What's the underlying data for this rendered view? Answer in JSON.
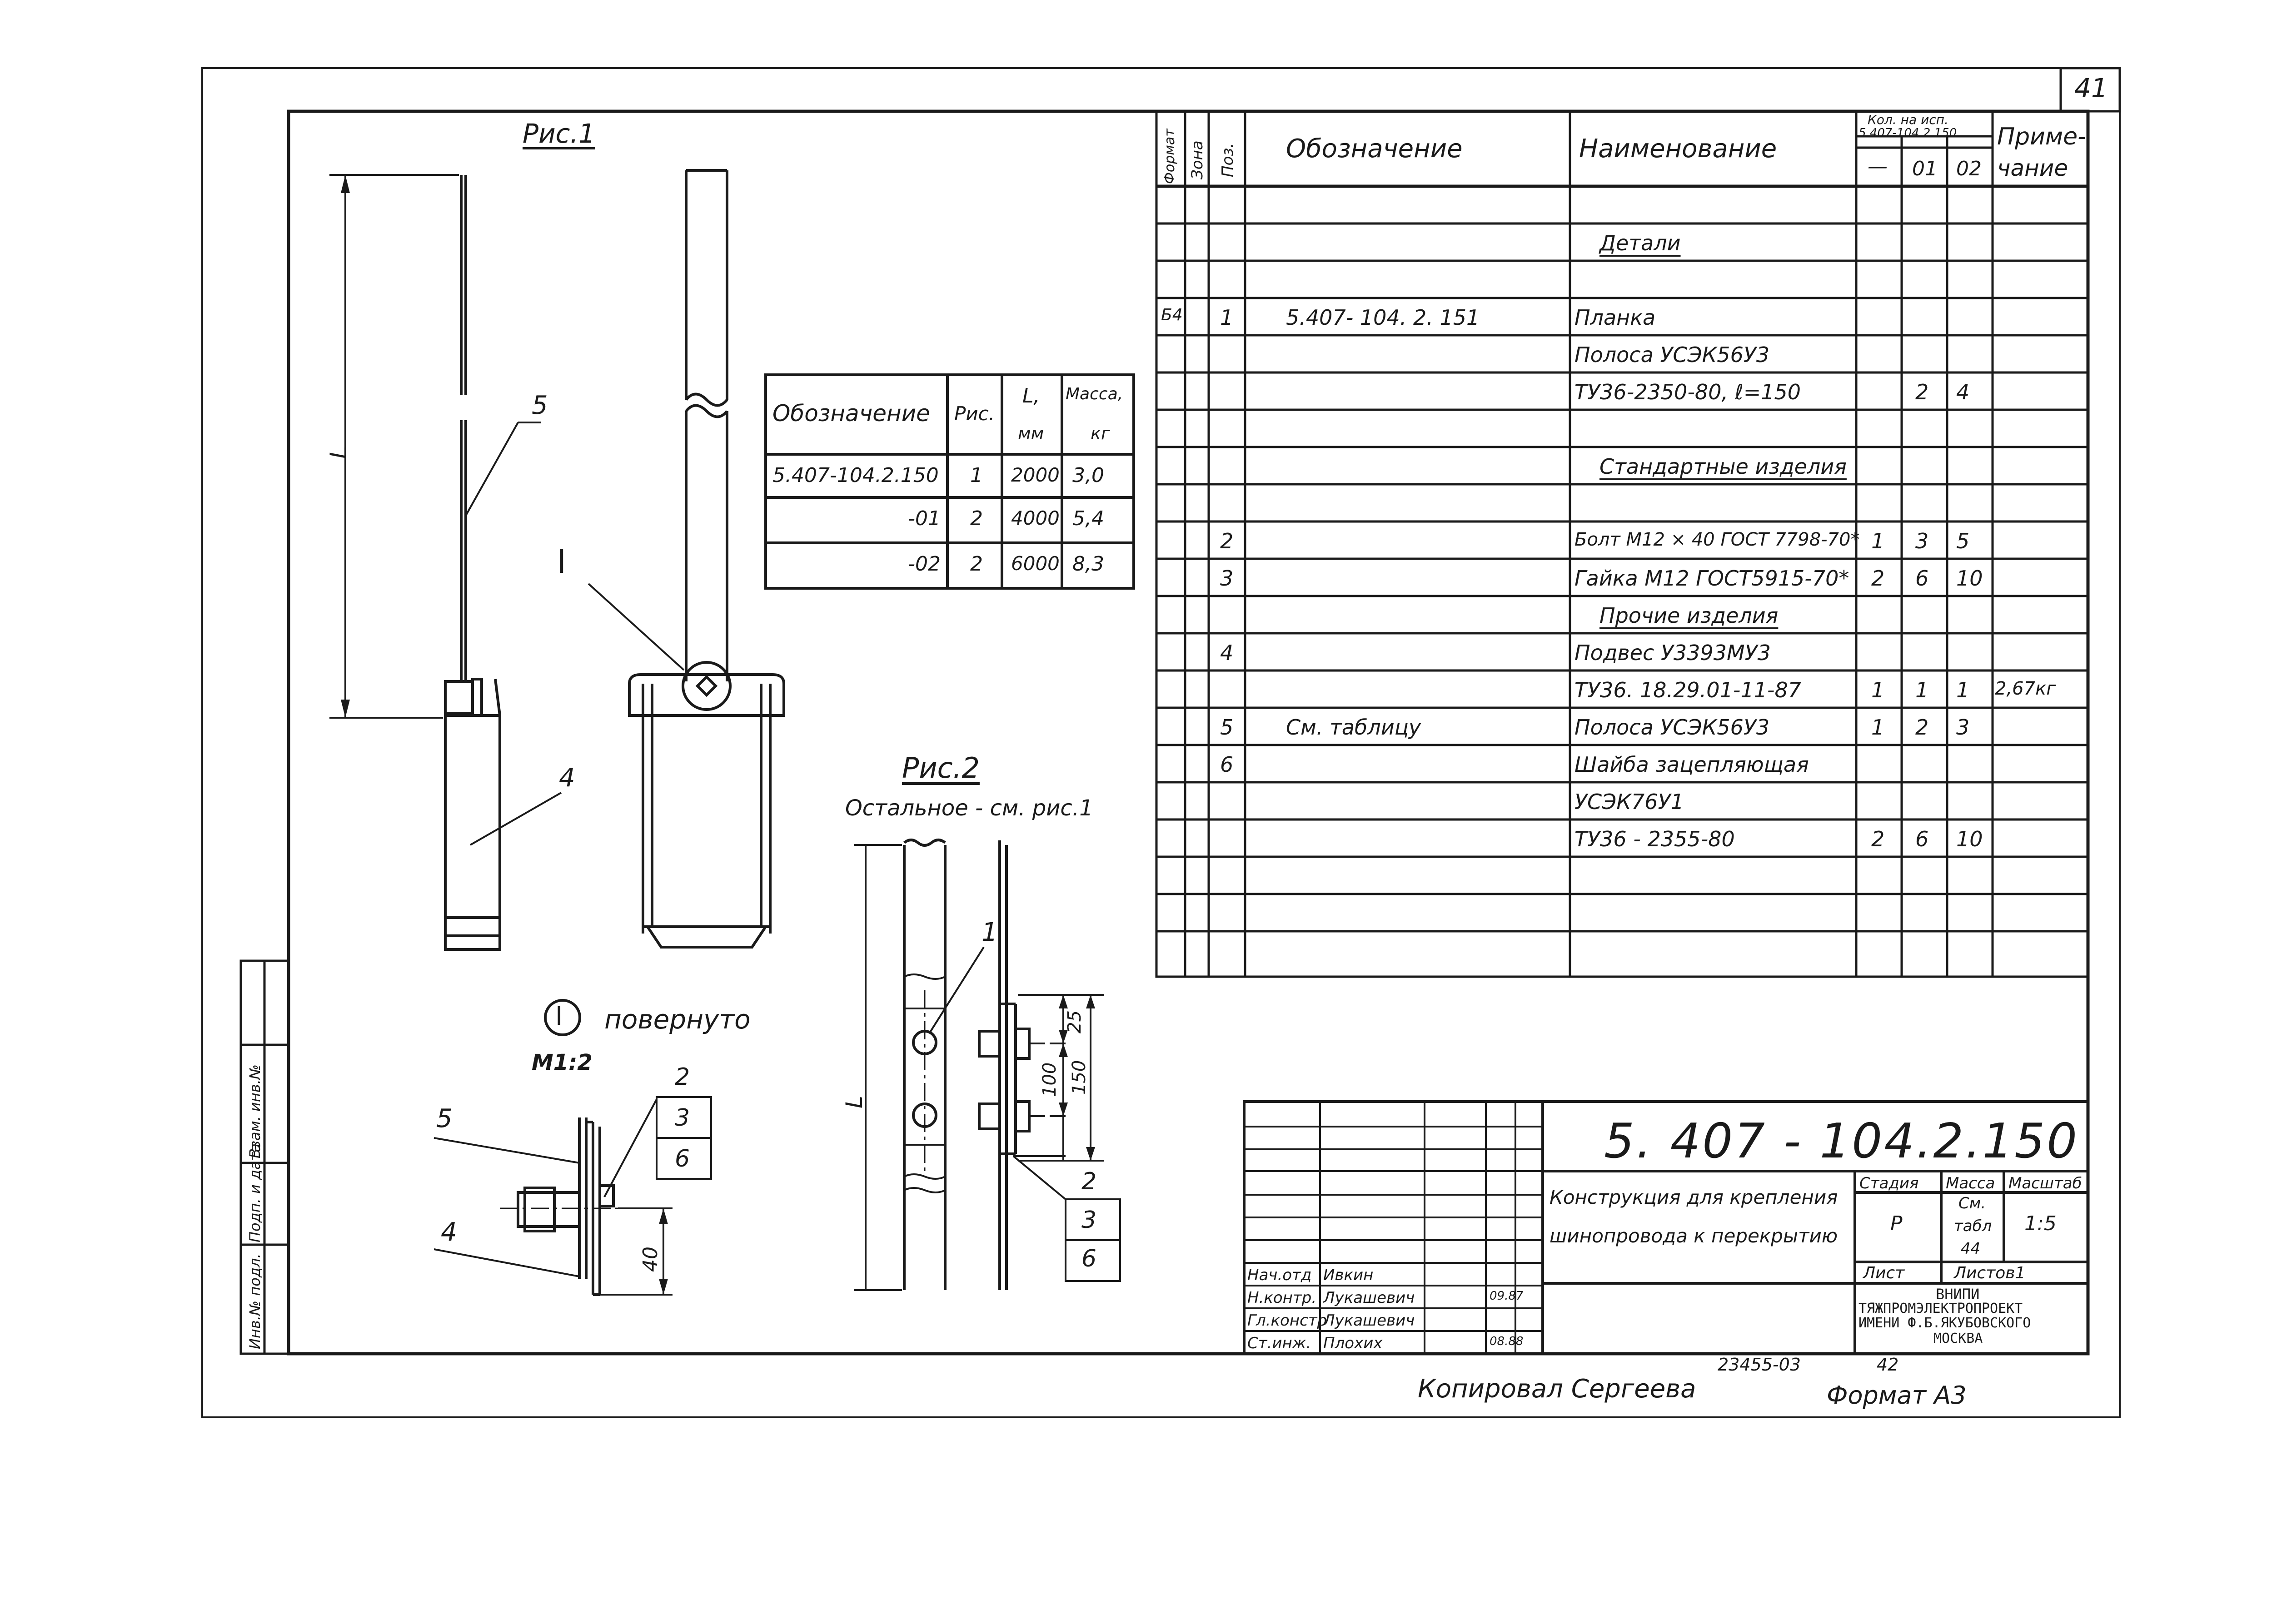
{
  "sheet": {
    "sheet_number": "41",
    "document_code": "5. 407 - 104.2.150",
    "title_line1": "Конструкция для крепления",
    "title_line2": "шинопровода к перекрытию",
    "stage_header": "Стадия",
    "mass_header": "Масса",
    "scale_header": "Масштаб",
    "stage": "Р",
    "mass_l1": "См.",
    "mass_l2": "табл",
    "mass_l3": "44",
    "scale": "1:5",
    "sheet_label": "Лист",
    "sheets_label": "Листов1",
    "org_line1": "ВНИПИ",
    "org_line2": "ТЯЖПРОМЭЛЕКТРОПРОЕКТ",
    "org_line3": "ИМЕНИ Ф.Б.ЯКУБОВСКОГО",
    "org_line4": "МОСКВА",
    "copied_by": "Копировал  Сергеева",
    "archive_no": "23455-03",
    "page_no": "42",
    "format": "Формат А3"
  },
  "signatures": [
    {
      "role": "Нач.отд",
      "name": "Ивкин",
      "date": ""
    },
    {
      "role": "Н.контр.",
      "name": "Лукашевич",
      "date": "09.87"
    },
    {
      "role": "Гл.констр",
      "name": "Лукашевич",
      "date": ""
    },
    {
      "role": "Ст.инж.",
      "name": "Плохих",
      "date": "08.88"
    }
  ],
  "side_stamp": [
    "Инв.№ подл.",
    "Подп. и дата",
    "Взам. инв.№"
  ],
  "spec_header": {
    "format": "Формат",
    "zone": "Зона",
    "pos": "Поз.",
    "designation": "Обозначение",
    "name": "Наименование",
    "qty_title_l1": "Кол. на исп.",
    "qty_title_l2": "5.407-104.2.150",
    "qty_dash": "—",
    "qty_01": "01",
    "qty_02": "02",
    "note_l1": "Приме-",
    "note_l2": "чание"
  },
  "spec_rows": [
    {
      "format": "",
      "pos": "",
      "designation": "",
      "name": "",
      "q0": "",
      "q1": "",
      "q2": "",
      "note": ""
    },
    {
      "format": "",
      "pos": "",
      "designation": "",
      "name": "Детали",
      "section": true,
      "q0": "",
      "q1": "",
      "q2": "",
      "note": ""
    },
    {
      "format": "",
      "pos": "",
      "designation": "",
      "name": "",
      "q0": "",
      "q1": "",
      "q2": "",
      "note": ""
    },
    {
      "format": "Б4",
      "pos": "1",
      "designation": "5.407- 104. 2. 151",
      "name": "Планка",
      "q0": "",
      "q1": "",
      "q2": "",
      "note": ""
    },
    {
      "format": "",
      "pos": "",
      "designation": "",
      "name": "Полоса УСЭК56У3",
      "q0": "",
      "q1": "",
      "q2": "",
      "note": ""
    },
    {
      "format": "",
      "pos": "",
      "designation": "",
      "name": "ТУ36-2350-80, ℓ=150",
      "q0": "",
      "q1": "2",
      "q2": "4",
      "note": ""
    },
    {
      "format": "",
      "pos": "",
      "designation": "",
      "name": "",
      "q0": "",
      "q1": "",
      "q2": "",
      "note": ""
    },
    {
      "format": "",
      "pos": "",
      "designation": "",
      "name": "Стандартные изделия",
      "section": true,
      "q0": "",
      "q1": "",
      "q2": "",
      "note": ""
    },
    {
      "format": "",
      "pos": "",
      "designation": "",
      "name": "",
      "q0": "",
      "q1": "",
      "q2": "",
      "note": ""
    },
    {
      "format": "",
      "pos": "2",
      "designation": "",
      "name": "Болт М12 × 40 ГОСТ 7798-70*",
      "q0": "1",
      "q1": "3",
      "q2": "5",
      "note": ""
    },
    {
      "format": "",
      "pos": "3",
      "designation": "",
      "name": "Гайка М12 ГОСТ5915-70*",
      "q0": "2",
      "q1": "6",
      "q2": "10",
      "note": ""
    },
    {
      "format": "",
      "pos": "",
      "designation": "",
      "name": "Прочие изделия",
      "section": true,
      "q0": "",
      "q1": "",
      "q2": "",
      "note": ""
    },
    {
      "format": "",
      "pos": "4",
      "designation": "",
      "name": "Подвес У3393МУ3",
      "q0": "",
      "q1": "",
      "q2": "",
      "note": ""
    },
    {
      "format": "",
      "pos": "",
      "designation": "",
      "name": "ТУ36. 18.29.01-11-87",
      "q0": "1",
      "q1": "1",
      "q2": "1",
      "note": "2,67кг"
    },
    {
      "format": "",
      "pos": "5",
      "designation": "См. таблицу",
      "name": "Полоса УСЭК56У3",
      "q0": "1",
      "q1": "2",
      "q2": "3",
      "note": ""
    },
    {
      "format": "",
      "pos": "6",
      "designation": "",
      "name": "Шайба зацепляющая",
      "q0": "",
      "q1": "",
      "q2": "",
      "note": ""
    },
    {
      "format": "",
      "pos": "",
      "designation": "",
      "name": "УСЭК76У1",
      "q0": "",
      "q1": "",
      "q2": "",
      "note": ""
    },
    {
      "format": "",
      "pos": "",
      "designation": "",
      "name": "ТУ36 - 2355-80",
      "q0": "2",
      "q1": "6",
      "q2": "10",
      "note": ""
    },
    {
      "format": "",
      "pos": "",
      "designation": "",
      "name": "",
      "q0": "",
      "q1": "",
      "q2": "",
      "note": ""
    },
    {
      "format": "",
      "pos": "",
      "designation": "",
      "name": "",
      "q0": "",
      "q1": "",
      "q2": "",
      "note": ""
    },
    {
      "format": "",
      "pos": "",
      "designation": "",
      "name": "",
      "q0": "",
      "q1": "",
      "q2": "",
      "note": ""
    }
  ],
  "variant_table": {
    "h_designation": "Обозначение",
    "h_fig": "Рис.",
    "h_L1": "L,",
    "h_L2": "мм",
    "h_mass1": "Масса,",
    "h_mass2": "кг",
    "rows": [
      {
        "designation": "5.407-104.2.150",
        "fig": "1",
        "L": "2000",
        "mass": "3,0"
      },
      {
        "designation": "-01",
        "fig": "2",
        "L": "4000",
        "mass": "5,4"
      },
      {
        "designation": "-02",
        "fig": "2",
        "L": "6000",
        "mass": "8,3"
      }
    ]
  },
  "drawing": {
    "fig1_title": "Рис.1",
    "fig2_title": "Рис.2",
    "fig2_note": "Остальное - см. рис.1",
    "view_mark": "I",
    "view_note": "повернуто",
    "view_scale": "М1:2",
    "dim_L": "L",
    "dim_25": "25",
    "dim_100": "100",
    "dim_150": "150",
    "dim_40": "40",
    "callout_1": "1",
    "callout_2": "2",
    "callout_3": "3",
    "callout_4": "4",
    "callout_5": "5",
    "callout_6": "6"
  }
}
